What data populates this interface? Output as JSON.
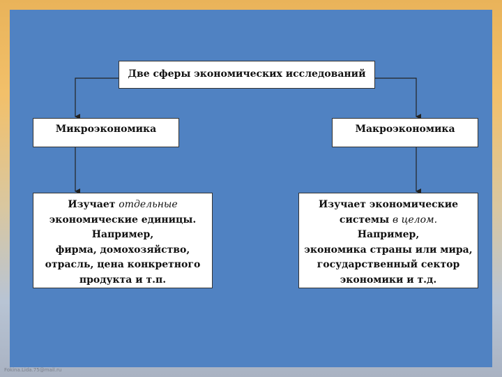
{
  "diagram": {
    "title": "Две сферы экономических исследований",
    "left_heading": "Микроэкономика",
    "right_heading": "Макроэкономика",
    "left_desc": {
      "l1_pre": "Изучает ",
      "l1_it": "отдельные",
      "l2": "экономические единицы.",
      "l3": "Например,",
      "l4": "фирма, домохозяйство,",
      "l5": "отрасль, цена конкретного",
      "l6": "продукта и т.п."
    },
    "right_desc": {
      "l1": "Изучает экономические",
      "l2_pre": "системы ",
      "l2_it": "в целом.",
      "l3": "Например,",
      "l4": "экономика страны или мира,",
      "l5": "государственный сектор",
      "l6": "экономики и т.д."
    }
  },
  "footer": "Fokina.Lida.75@mail.ru",
  "colors": {
    "slide_background": "#5082c2",
    "box_fill": "#ffffff",
    "connector": "#222222"
  }
}
